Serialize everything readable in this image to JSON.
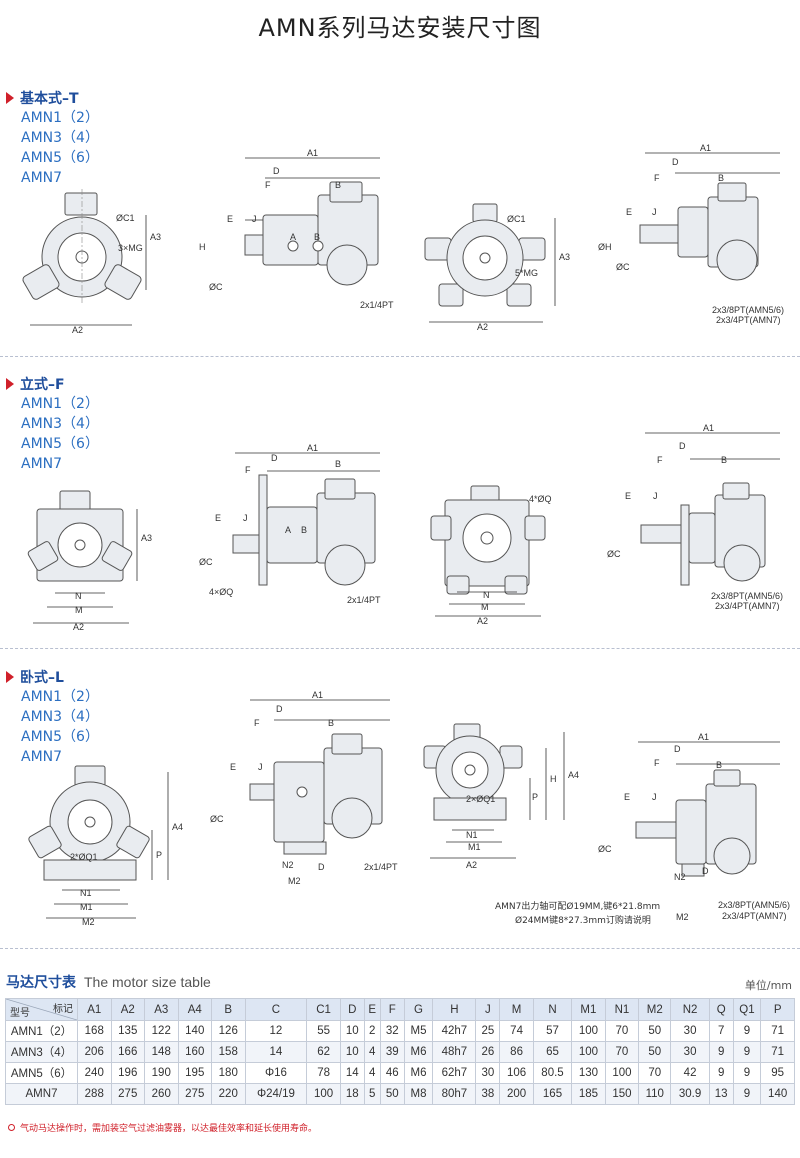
{
  "page": {
    "title": "AMN系列马达安装尺寸图"
  },
  "sections": [
    {
      "label": "基本式–T",
      "models": [
        "AMN1（2）",
        "AMN3（4）",
        "AMN5（6）",
        "AMN7"
      ]
    },
    {
      "label": "立式–F",
      "models": [
        "AMN1（2）",
        "AMN3（4）",
        "AMN5（6）",
        "AMN7"
      ]
    },
    {
      "label": "卧式–L",
      "models": [
        "AMN1（2）",
        "AMN3（4）",
        "AMN5（6）",
        "AMN7"
      ]
    }
  ],
  "dims": {
    "A1": "A1",
    "A2": "A2",
    "A3": "A3",
    "A4": "A4",
    "B": "B",
    "C": "ØC",
    "C1": "ØC1",
    "D": "D",
    "E": "E",
    "F": "F",
    "H": "H",
    "J": "J",
    "M": "M",
    "N": "N",
    "M1": "M1",
    "M2": "M2",
    "N1": "N1",
    "N2": "N2",
    "P": "P",
    "Q": "4×ØQ",
    "Q_alt": "4*ØQ",
    "Q1": "2*ØQ1",
    "Q1_alt": "2×ØQ1",
    "H_dia": "ØH",
    "port_a": "A",
    "port_b": "B",
    "thread3": "3×MG",
    "thread5": "5*MG",
    "pt14": "2x1/4PT",
    "pt38": "2x3/8PT(AMN5/6)",
    "pt34": "2x3/4PT(AMN7)",
    "amn7_note_1": "AMN7出力轴可配Ø19MM,键6*21.8mm",
    "amn7_note_2": "Ø24MM键8*27.3mm订购请说明"
  },
  "table": {
    "title": "马达尺寸表",
    "title_en": "The motor size table",
    "unit": "单位/mm",
    "corner_top": "标记",
    "corner_bottom": "型号",
    "headers": [
      "A1",
      "A2",
      "A3",
      "A4",
      "B",
      "C",
      "C1",
      "D",
      "E",
      "F",
      "G",
      "H",
      "J",
      "M",
      "N",
      "M1",
      "N1",
      "M2",
      "N2",
      "Q",
      "Q1",
      "P"
    ],
    "rows": [
      {
        "model": "AMN1（2）",
        "values": [
          "168",
          "135",
          "122",
          "140",
          "126",
          "12",
          "55",
          "10",
          "2",
          "32",
          "M5",
          "42h7",
          "25",
          "74",
          "57",
          "100",
          "70",
          "50",
          "30",
          "7",
          "9",
          "71"
        ]
      },
      {
        "model": "AMN3（4）",
        "values": [
          "206",
          "166",
          "148",
          "160",
          "158",
          "14",
          "62",
          "10",
          "4",
          "39",
          "M6",
          "48h7",
          "26",
          "86",
          "65",
          "100",
          "70",
          "50",
          "30",
          "9",
          "9",
          "71"
        ]
      },
      {
        "model": "AMN5（6）",
        "values": [
          "240",
          "196",
          "190",
          "195",
          "180",
          "Φ16",
          "78",
          "14",
          "4",
          "46",
          "M6",
          "62h7",
          "30",
          "106",
          "80.5",
          "130",
          "100",
          "70",
          "42",
          "9",
          "9",
          "95"
        ]
      },
      {
        "model": "AMN7",
        "values": [
          "288",
          "275",
          "260",
          "275",
          "220",
          "Φ24/19",
          "100",
          "18",
          "5",
          "50",
          "M8",
          "80h7",
          "38",
          "200",
          "165",
          "185",
          "150",
          "110",
          "30.9",
          "13",
          "9",
          "140"
        ]
      }
    ]
  },
  "footnote": "气动马达操作时，需加装空气过滤油雾器，以达最佳效率和延长使用寿命。",
  "colors": {
    "heading": "#1f4e9c",
    "model": "#2c6fc1",
    "accent": "#d0202a",
    "header_bg": "#dde6f3"
  }
}
